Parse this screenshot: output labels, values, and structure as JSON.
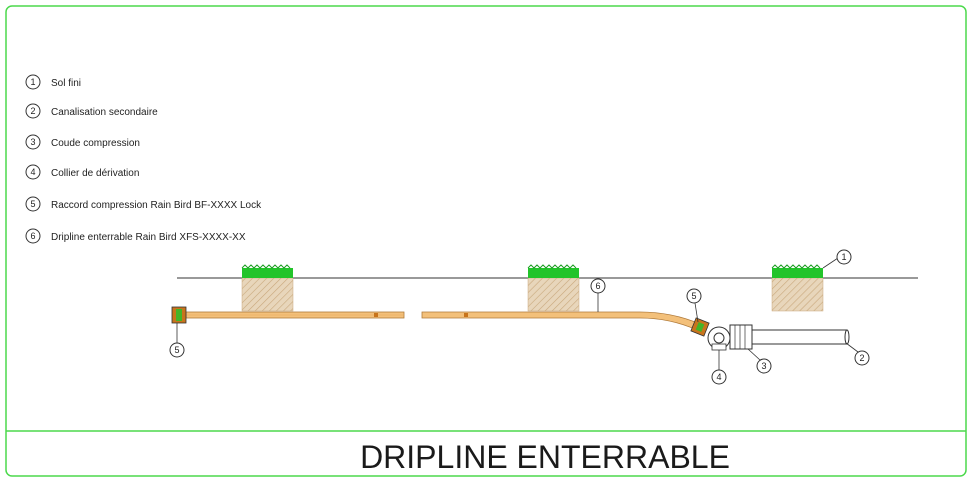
{
  "title": "DRIPLINE ENTERRABLE",
  "legend": [
    {
      "num": "1",
      "label": "Sol fini"
    },
    {
      "num": "2",
      "label": "Canalisation secondaire"
    },
    {
      "num": "3",
      "label": "Coude compression"
    },
    {
      "num": "4",
      "label": "Collier de dérivation"
    },
    {
      "num": "5",
      "label": "Raccord compression Rain Bird BF-XXXX Lock"
    },
    {
      "num": "6",
      "label": "Dripline enterrable Rain Bird XFS-XXXX-XX"
    }
  ],
  "callouts": {
    "sol": "1",
    "canalisation": "2",
    "coude": "3",
    "collier": "4",
    "raccord_left": "5",
    "raccord_right": "5",
    "dripline": "6"
  },
  "colors": {
    "frame": "#4cd94c",
    "grass": "#22c42a",
    "soil": "#dfc9a8",
    "pipe": "#f3c07a",
    "fitting": "#c8741c",
    "line": "#333333"
  }
}
